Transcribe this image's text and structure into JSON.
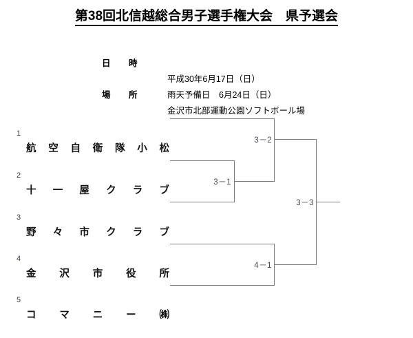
{
  "document": {
    "title": "第38回北信越総合男子選手権大会　県予選会"
  },
  "info": {
    "rows": [
      {
        "label": "日　時",
        "value": "平成30年6月17日（日）"
      },
      {
        "label": "",
        "value": "雨天予備日　6月24日（日）"
      },
      {
        "label": "場　所",
        "value": "金沢市北部運動公園ソフトボール場"
      }
    ]
  },
  "bracket": {
    "seeds": [
      {
        "no": "1",
        "name": "航空自衛隊小松"
      },
      {
        "no": "2",
        "name": "十一屋クラブ"
      },
      {
        "no": "3",
        "name": "野々市クラブ"
      },
      {
        "no": "4",
        "name": "金沢市役所"
      },
      {
        "no": "5",
        "name": "コマニー㈱"
      }
    ],
    "matches": [
      {
        "id": "3-1",
        "label": "3－1"
      },
      {
        "id": "3-2",
        "label": "3－2"
      },
      {
        "id": "3-3",
        "label": "3－3"
      },
      {
        "id": "4-1",
        "label": "4－1"
      }
    ]
  }
}
